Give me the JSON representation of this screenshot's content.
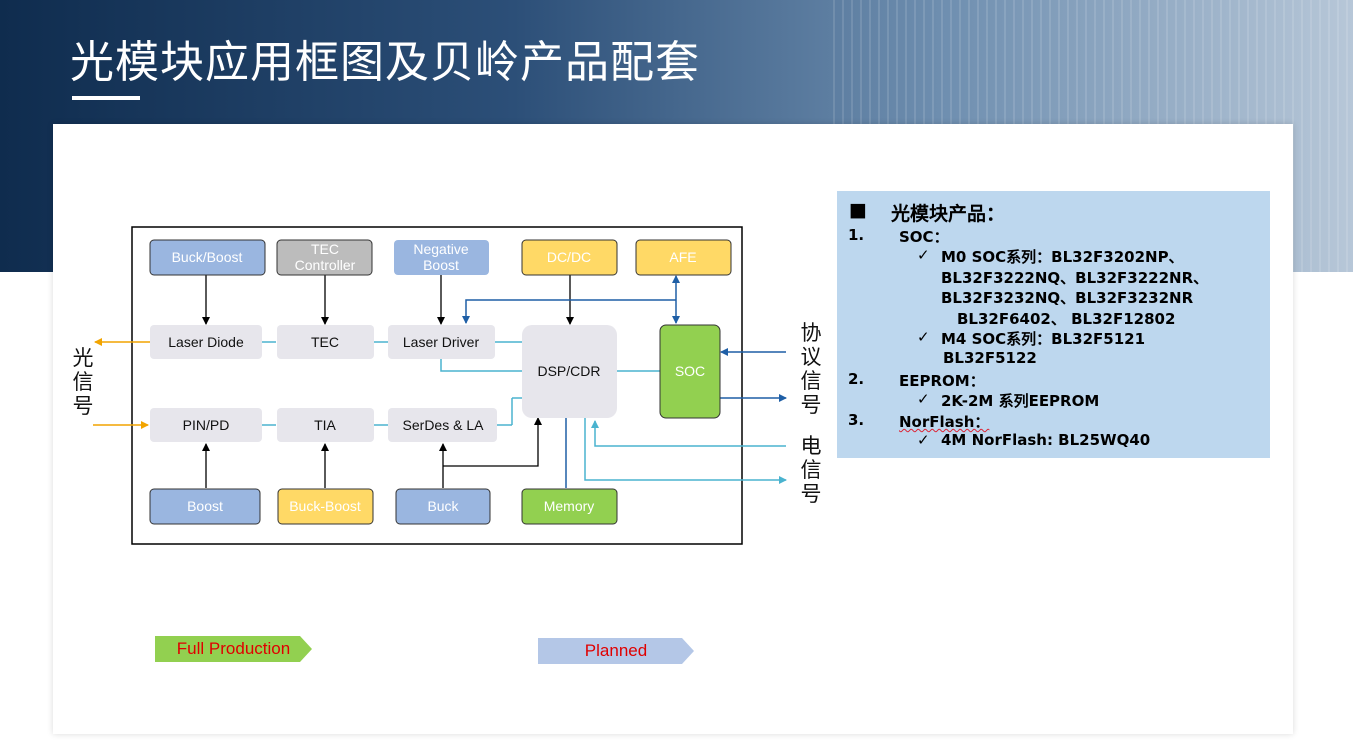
{
  "page": {
    "title": "光模块应用框图及贝岭产品配套"
  },
  "colors": {
    "blue_box": "#9ab6e0",
    "gray_box": "#bcbcbc",
    "yellow_box": "#ffd966",
    "green_box": "#92d050",
    "light_box": "#e7e6ec",
    "info_bg": "#bdd7ee",
    "arrow_orange": "#f2a400",
    "line_cyan": "#4ab3cf",
    "line_blue": "#1f5fa6"
  },
  "diagram": {
    "nodes": {
      "buck_boost_top": "Buck/Boost",
      "tec_controller": [
        "TEC",
        "Controller"
      ],
      "negative_boost": [
        "Negative",
        "Boost"
      ],
      "dcdc": "DC/DC",
      "afe": "AFE",
      "laser_diode": "Laser Diode",
      "tec": "TEC",
      "laser_driver": "Laser Driver",
      "dsp_cdr": "DSP/CDR",
      "soc": "SOC",
      "pin_pd": "PIN/PD",
      "tia": "TIA",
      "serdes_la": "SerDes & LA",
      "boost": "Boost",
      "buck_boost_bottom": "Buck-Boost",
      "buck": "Buck",
      "memory": "Memory"
    },
    "side_labels": {
      "optical_signal": [
        "光",
        "信",
        "号"
      ],
      "protocol_signal": [
        "协",
        "议",
        "信",
        "号"
      ],
      "electrical_signal": [
        "电",
        "信",
        "号"
      ]
    }
  },
  "info_box": {
    "heading_bullet": "■",
    "heading": "光模块产品：",
    "items": [
      {
        "num": "1.",
        "label": "SOC："
      },
      {
        "num": "2.",
        "label": "EEPROM："
      },
      {
        "num": "3.",
        "label": "NorFlash："
      }
    ],
    "check": "✓",
    "soc_m0_lines": [
      "M0 SOC系列：BL32F3202NP、",
      "BL32F3222NQ、BL32F3222NR、",
      "BL32F3232NQ、BL32F3232NR",
      "BL32F6402、 BL32F12802"
    ],
    "soc_m4_lines": [
      "M4 SOC系列：BL32F5121",
      "BL32F5122"
    ],
    "eeprom_line": "2K-2M 系列EEPROM",
    "norflash_line": "4M NorFlash: BL25WQ40"
  },
  "legend": {
    "full_production": "Full Production",
    "planned": "Planned",
    "full_production_color": "#92d050",
    "planned_color": "#b4c7e7"
  }
}
